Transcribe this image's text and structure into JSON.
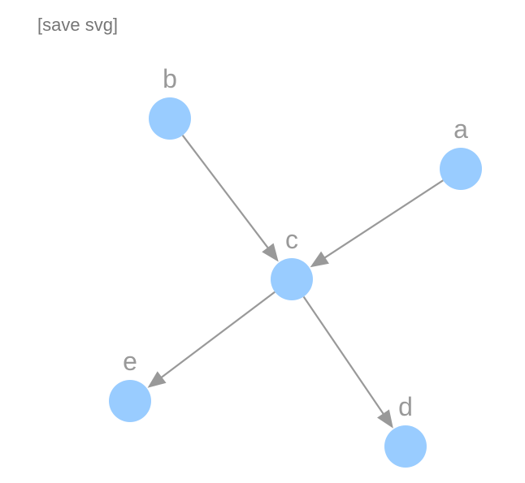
{
  "toolbar": {
    "save_label": "[save svg]"
  },
  "graph": {
    "node_color": "#99ccff",
    "edge_color": "#999999",
    "label_color": "#999999",
    "nodes": [
      {
        "id": "a",
        "label": "a"
      },
      {
        "id": "b",
        "label": "b"
      },
      {
        "id": "c",
        "label": "c"
      },
      {
        "id": "d",
        "label": "d"
      },
      {
        "id": "e",
        "label": "e"
      }
    ],
    "edges": [
      {
        "source": "a",
        "target": "c"
      },
      {
        "source": "b",
        "target": "c"
      },
      {
        "source": "c",
        "target": "d"
      },
      {
        "source": "c",
        "target": "e"
      }
    ]
  }
}
